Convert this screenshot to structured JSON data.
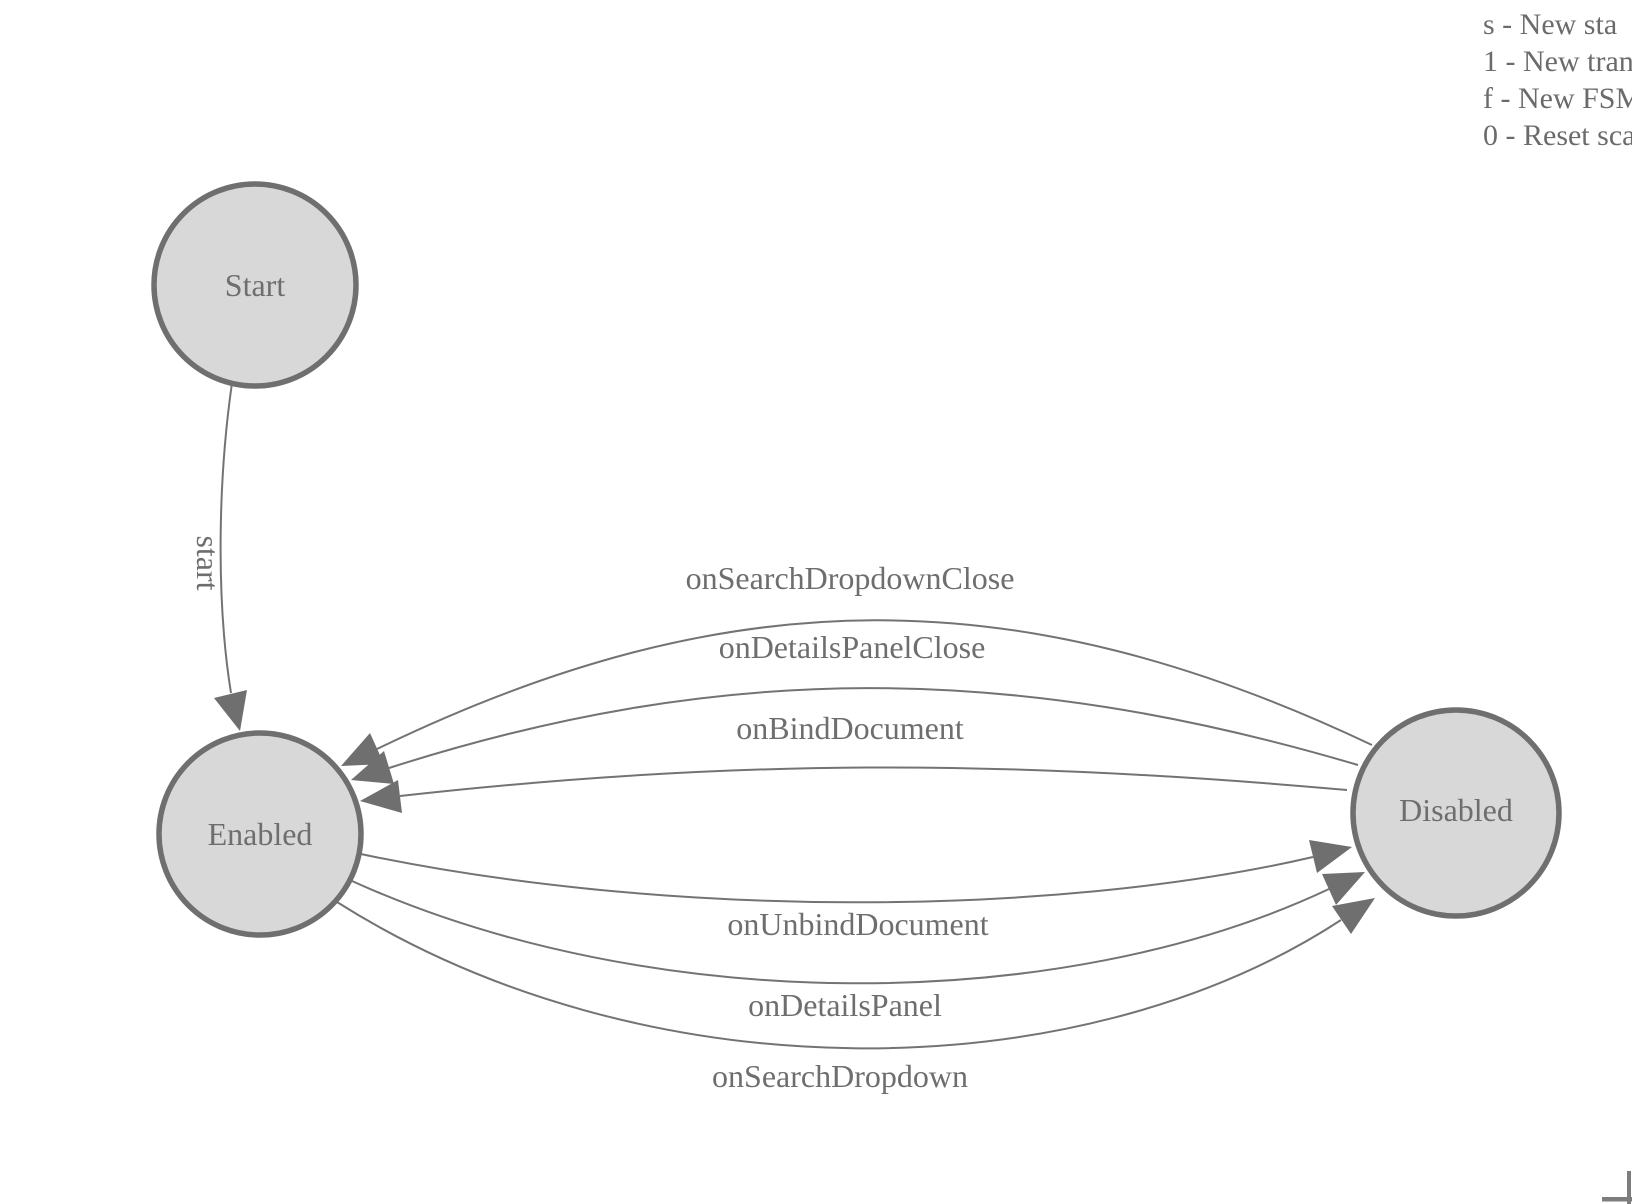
{
  "diagram": {
    "nodes": [
      {
        "id": "start",
        "label": "Start"
      },
      {
        "id": "enabled",
        "label": "Enabled"
      },
      {
        "id": "disabled",
        "label": "Disabled"
      }
    ],
    "edges": [
      {
        "from": "start",
        "to": "enabled",
        "label": "start"
      },
      {
        "from": "disabled",
        "to": "enabled",
        "label": "onSearchDropdownClose"
      },
      {
        "from": "disabled",
        "to": "enabled",
        "label": "onDetailsPanelClose"
      },
      {
        "from": "disabled",
        "to": "enabled",
        "label": "onBindDocument"
      },
      {
        "from": "enabled",
        "to": "disabled",
        "label": "onUnbindDocument"
      },
      {
        "from": "enabled",
        "to": "disabled",
        "label": "onDetailsPanel"
      },
      {
        "from": "enabled",
        "to": "disabled",
        "label": "onSearchDropdown"
      }
    ],
    "colors": {
      "node_fill": "#d8d8d8",
      "node_stroke": "#6f6f6f",
      "edge_line": "#737373",
      "text": "#6e6e6e"
    }
  },
  "legend": {
    "lines": [
      "s - New sta",
      "1 - New tran",
      "f - New FSM",
      "0 - Reset sca"
    ]
  }
}
